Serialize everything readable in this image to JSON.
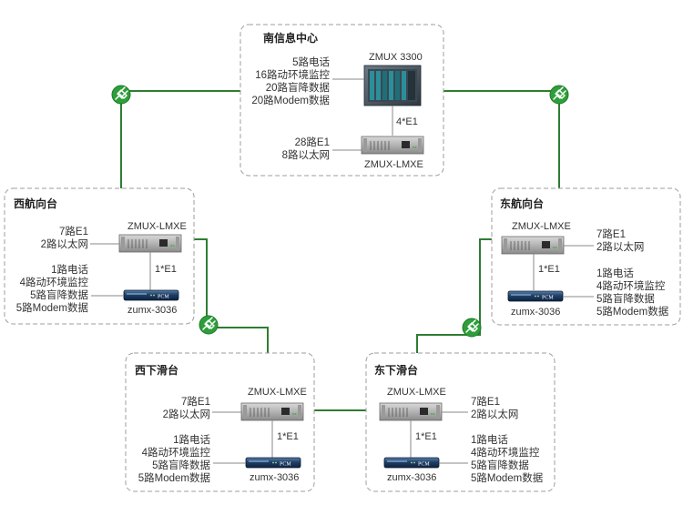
{
  "colors": {
    "link": "#2e7d32",
    "box_border": "#9e9e9e",
    "leader": "#888888",
    "icon": "#2e9e3a"
  },
  "nodes": {
    "south": {
      "title": "南信息中心",
      "zmux3300_label": "ZMUX 3300",
      "lmxe_label": "ZMUX-LMXE",
      "link_label": "4*E1",
      "top_lines": [
        "5路电话",
        "16路动环境监控",
        "20路盲降数据",
        "20路Modem数据"
      ],
      "bottom_lines": [
        "28路E1",
        "8路以太网"
      ]
    },
    "west": {
      "title": "西航向台",
      "lmxe_label": "ZMUX-LMXE",
      "pcm_label": "zumx-3036",
      "pcm_badge": "PCM",
      "link_label": "1*E1",
      "e1_lines": [
        "7路E1",
        "2路以太网"
      ],
      "svc_lines": [
        "1路电话",
        "4路动环境监控",
        "5路盲降数据",
        "5路Modem数据"
      ]
    },
    "east": {
      "title": "东航向台",
      "lmxe_label": "ZMUX-LMXE",
      "pcm_label": "zumx-3036",
      "pcm_badge": "PCM",
      "link_label": "1*E1",
      "e1_lines": [
        "7路E1",
        "2路以太网"
      ],
      "svc_lines": [
        "1路电话",
        "4路动环境监控",
        "5路盲降数据",
        "5路Modem数据"
      ]
    },
    "westslide": {
      "title": "西下滑台",
      "lmxe_label": "ZMUX-LMXE",
      "pcm_label": "zumx-3036",
      "pcm_badge": "PCM",
      "link_label": "1*E1",
      "e1_lines": [
        "7路E1",
        "2路以太网"
      ],
      "svc_lines": [
        "1路电话",
        "4路动环境监控",
        "5路盲降数据",
        "5路Modem数据"
      ]
    },
    "eastslide": {
      "title": "东下滑台",
      "lmxe_label": "ZMUX-LMXE",
      "pcm_label": "zumx-3036",
      "pcm_badge": "PCM",
      "link_label": "1*E1",
      "e1_lines": [
        "7路E1",
        "2路以太网"
      ],
      "svc_lines": [
        "1路电话",
        "4路动环境监控",
        "5路盲降数据",
        "5路Modem数据"
      ]
    }
  }
}
